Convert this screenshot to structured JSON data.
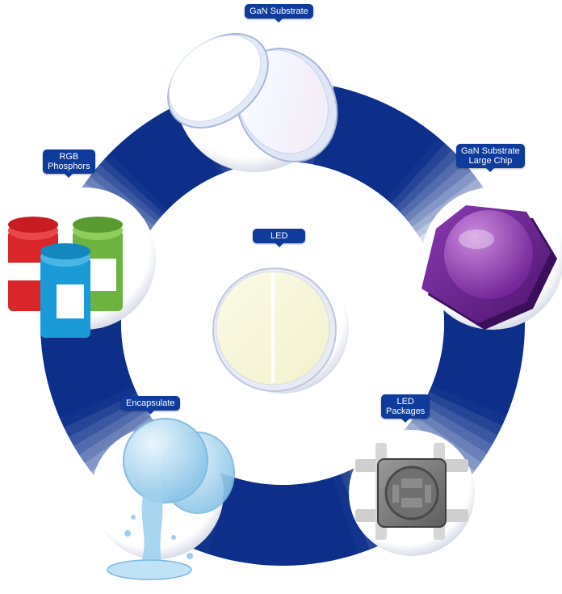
{
  "diagram": {
    "nodes": [
      {
        "id": "gan_substrate",
        "label_lines": [
          "GaN Substrate"
        ],
        "icon": "wafer-icon"
      },
      {
        "id": "large_chip",
        "label_lines": [
          "GaN Substrate",
          "Large Chip"
        ],
        "icon": "hexagon-chip-icon"
      },
      {
        "id": "led_packages",
        "label_lines": [
          "LED",
          "Packages"
        ],
        "icon": "led-package-icon"
      },
      {
        "id": "encapsulate",
        "label_lines": [
          "Encapsulate"
        ],
        "icon": "liquid-pour-icon"
      },
      {
        "id": "rgb_phosphors",
        "label_lines": [
          "RGB",
          "Phosphors"
        ],
        "icon": "phosphor-jars-icon"
      }
    ],
    "center": {
      "label": "LED",
      "icon": "led-lens-icon"
    }
  },
  "colors": {
    "ring_dark": "#0d2f8a",
    "ring_light": "#e6ebf7",
    "tag_bg": "#0f3c9c",
    "chip_purple": "#6a1f8e",
    "jar_red": "#d8262b",
    "jar_green": "#6cb33f",
    "jar_blue": "#1a9ad6",
    "water_blue": "#a9d6f0"
  }
}
